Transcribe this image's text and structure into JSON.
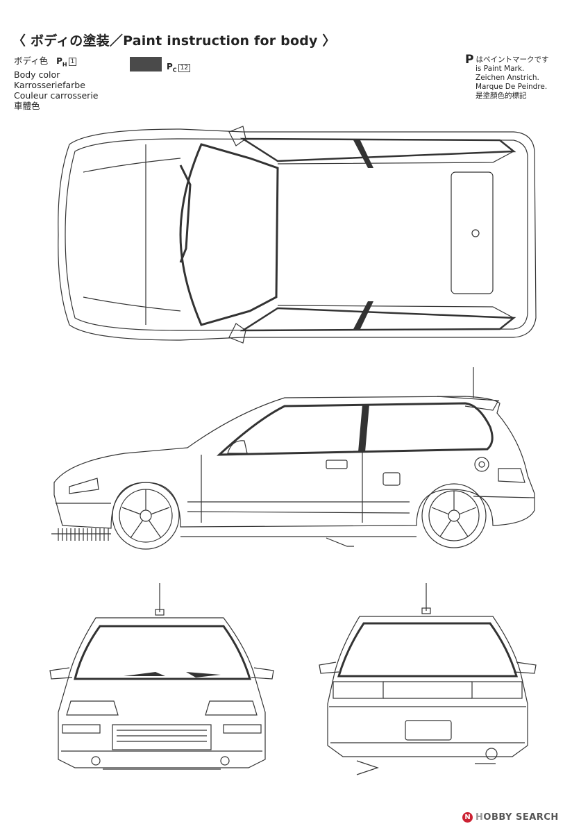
{
  "header": {
    "title": "〈 ボディの塗装／Paint instruction for body 〉"
  },
  "body_color": {
    "label_jp": "ボディ色",
    "label_en": "Body color",
    "label_de": "Karrosseriefarbe",
    "label_fr": "Couleur carrosserie",
    "label_zh": "車體色",
    "ph_prefix": "P",
    "ph_sub": "H",
    "ph_number": "1",
    "pc_prefix": "P",
    "pc_sub": "C",
    "pc_number": "12",
    "swatch_color": "#4a4a4a"
  },
  "paint_mark_legend": {
    "mark": "P",
    "jp": "はペイントマークです",
    "en": "is Paint Mark.",
    "de": "Zeichen Anstrich.",
    "fr": "Marque De Peindre.",
    "zh": "是塗顏色的標記"
  },
  "views": {
    "top": "top-view",
    "side": "side-view",
    "front": "front-view",
    "rear": "rear-view"
  },
  "footer": {
    "badge": "N",
    "brand_prefix": "H",
    "brand_rest": "OBBY SEARCH"
  }
}
